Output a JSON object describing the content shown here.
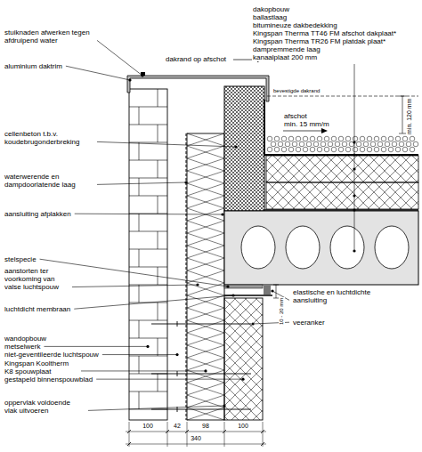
{
  "diagram": {
    "labels": [
      "dakopbouw",
      "ballastlaag",
      "bitumineuze dakbedekking",
      "Kingspan Therma TT46 FM afschot dakplaat*",
      "Kingspan Therma TR26 FM platdak plaat*",
      "dampremmende laag",
      "kanaalplaat 200 mm",
      "stuiknaden afwerken tegen afdruipend water",
      "dakrand op afschot",
      "aluminium daktrim",
      "bevestigde dakrand",
      "afschot",
      "min. 15 mm/m",
      "min. 120 mm",
      "cellenbeton t.b.v. koudebrugonderbreking",
      "waterwerende en dampdoorlatende laag",
      "aansluiting afplakken",
      "stelspecie",
      "aanstorten ter voorkoming van valse luchtspouw",
      "luchtdicht membraan",
      "elastische en luchtdichte aansluiting",
      "10 - 20 mm",
      "veeranker",
      "wandopbouw",
      "metselwerk",
      "niet-geventileerde luchtspouw",
      "Kingspan Kooltherm K8 spouwplaat",
      "gestapeld binnenspouwblad",
      "oppervlak voldoende vlak uitvoeren",
      "100",
      "42",
      "98",
      "100",
      "340"
    ]
  }
}
